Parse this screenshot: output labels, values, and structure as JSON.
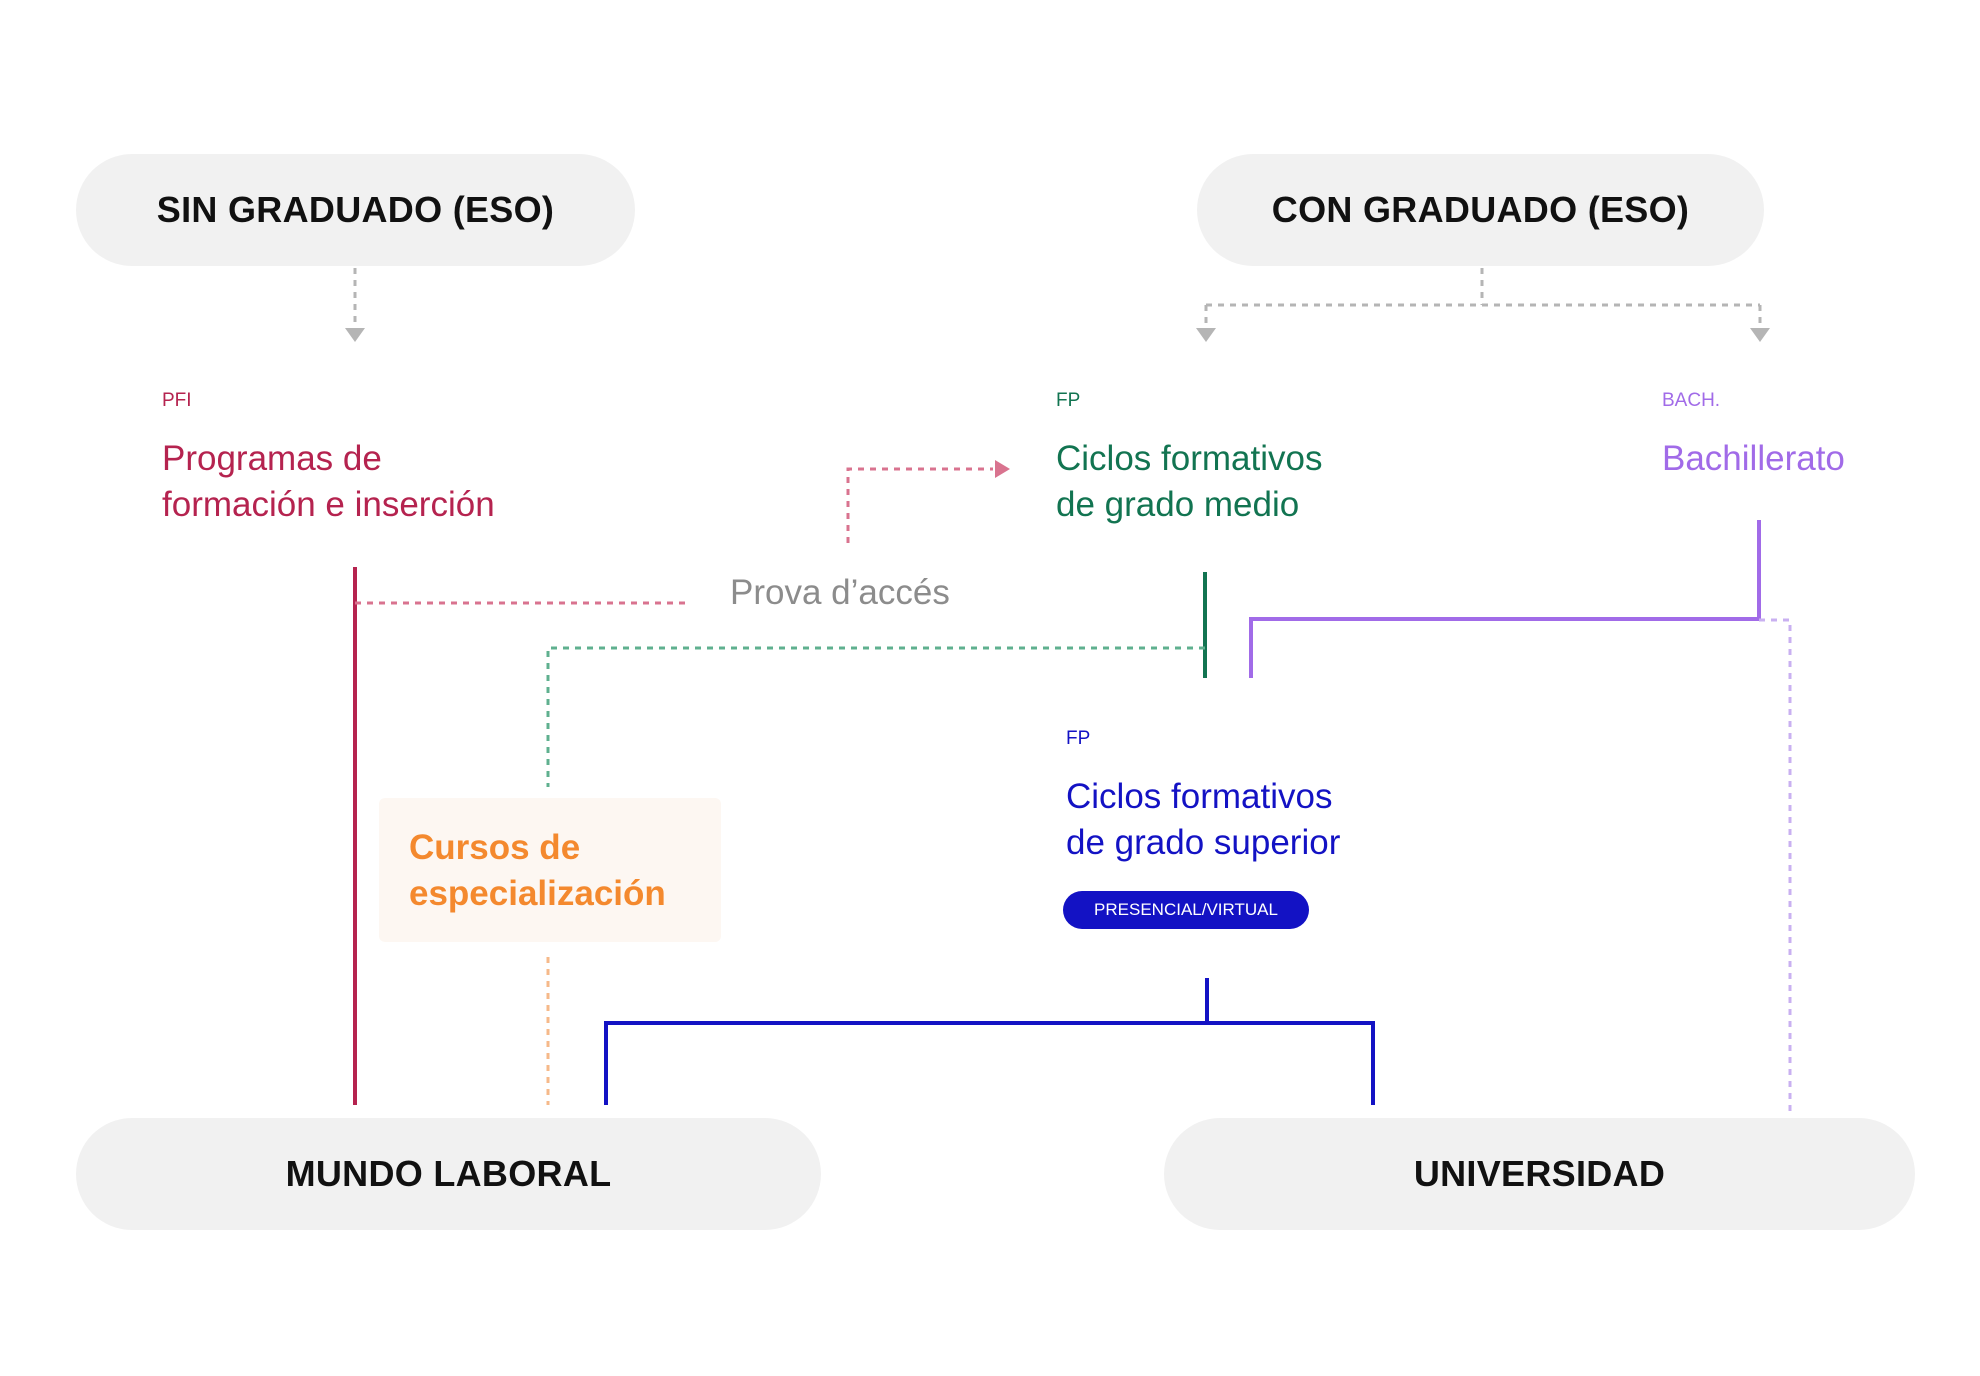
{
  "start": {
    "sin_graduado": "SIN GRADUADO (ESO)",
    "con_graduado": "CON GRADUADO (ESO)"
  },
  "paths": {
    "pfi": {
      "tag": "PFI",
      "title_line1": "Programas de",
      "title_line2": "formación e inserción",
      "color": "#b5234f"
    },
    "fp_medio": {
      "tag": "FP",
      "title_line1": "Ciclos formativos",
      "title_line2": "de grado medio",
      "color": "#127451"
    },
    "bach": {
      "tag": "BACH.",
      "title": "Bachillerato",
      "color": "#a16be8"
    },
    "fp_superior": {
      "tag": "FP",
      "title_line1": "Ciclos formativos",
      "title_line2": "de grado superior",
      "badge": "PRESENCIAL/VIRTUAL",
      "color": "#1312c4"
    },
    "especializacion": {
      "title_line1": "Cursos de",
      "title_line2": "especialización",
      "color": "#f4892e"
    }
  },
  "prova_acces": "Prova d’accés",
  "destinations": {
    "laboral": "MUNDO LABORAL",
    "universidad": "UNIVERSIDAD"
  },
  "colors": {
    "connector_grey": "#b5b5b5",
    "pill_background": "#f1f1f1",
    "pfi_dotted": "#d9738f",
    "medio_dotted": "#5fb08f",
    "especializacion_dotted": "#f6b98a",
    "bach_dotted": "#c9b0f1"
  }
}
